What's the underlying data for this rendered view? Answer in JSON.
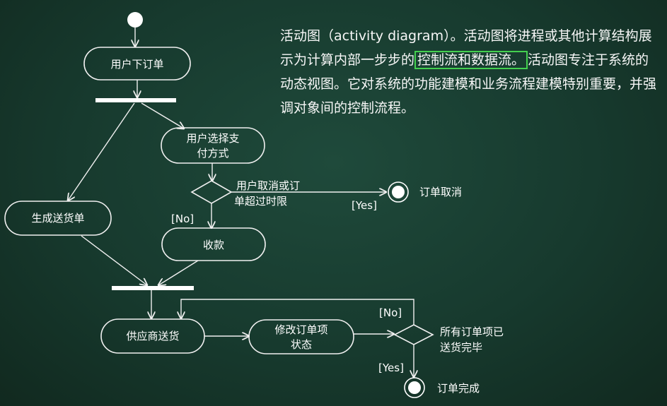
{
  "description": {
    "part1": "活动图（activity diagram）。活动图将进程或其他计算结构展示为计算内部一步步的",
    "highlight": "控制流和数据流。",
    "part2": "活动图专注于系统的动态视图。它对系统的功能建模和业务流程建模特别重要，并强调对象间的控制流程。"
  },
  "nodes": {
    "place_order": "用户下订单",
    "choose_payment_l1": "用户选择支",
    "choose_payment_l2": "付方式",
    "decision_cancel_l1": "用户取消或订",
    "decision_cancel_l2": "单超过时限",
    "order_canceled": "订单取消",
    "generate_delivery": "生成送货单",
    "collect_payment": "收款",
    "supplier_ship": "供应商送货",
    "modify_status_l1": "修改订单项",
    "modify_status_l2": "状态",
    "decision_all_l1": "所有订单项已",
    "decision_all_l2": "送货完毕",
    "order_complete": "订单完成"
  },
  "guards": {
    "yes_cancel": "[Yes]",
    "no_cancel": "[No]",
    "no_all": "[No]",
    "yes_all": "[Yes]"
  }
}
